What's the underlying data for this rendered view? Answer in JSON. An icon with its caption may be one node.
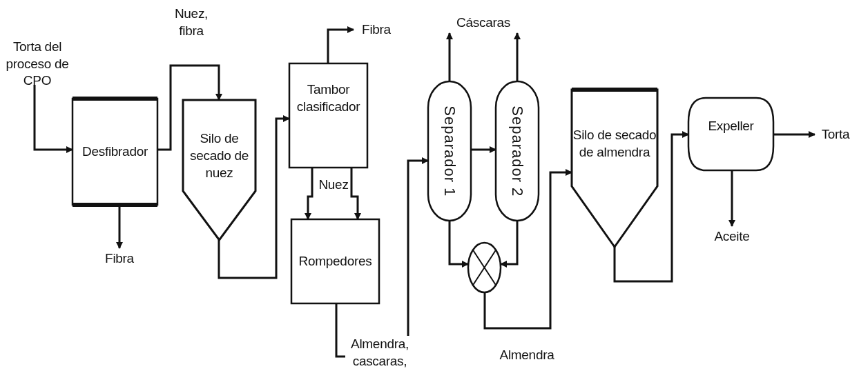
{
  "diagram": {
    "nodes": [
      {
        "text": [
          "Torta del proceso de CPO"
        ]
      },
      {
        "text": [
          "Desfibrador"
        ]
      },
      {
        "text": [
          "Silo de secado de nuez"
        ]
      },
      {
        "text": [
          "Tambor clasificador"
        ]
      },
      {
        "text": [
          "Rompedores"
        ]
      },
      {
        "text": [
          "Separador 1"
        ]
      },
      {
        "text": [
          "Separador 2"
        ]
      },
      {
        "text": [],
        "shape": "circle"
      },
      {
        "text": [
          "Silo de secado de almendra"
        ]
      },
      {
        "text": [
          "Expeller"
        ]
      },
      {
        "text": [
          "Fibra"
        ]
      },
      {
        "text": [
          "Fibra"
        ]
      },
      {
        "text": [
          "Cáscaras"
        ]
      },
      {
        "text": [
          "Torta"
        ]
      },
      {
        "text": [
          "Aceite"
        ]
      }
    ],
    "edges": [
      {
        "from": 0,
        "to": 1,
        "arrow": "to"
      },
      {
        "from": 1,
        "to": 2,
        "arrow": "to",
        "label": "Nuez, fibra"
      },
      {
        "from": 2,
        "to": 3,
        "arrow": "to"
      },
      {
        "from": 1,
        "to": 10,
        "arrow": "to"
      },
      {
        "from": 3,
        "to": 11,
        "arrow": "to"
      },
      {
        "from": 3,
        "to": 4,
        "arrow": "to",
        "label": "Nuez"
      },
      {
        "from": 3,
        "to": 4,
        "arrow": "to"
      },
      {
        "from": 4,
        "to": 5,
        "arrow": "to",
        "label": "Almendra, cascaras,"
      },
      {
        "from": 5,
        "to": 12,
        "arrow": "to"
      },
      {
        "from": 6,
        "to": 12,
        "arrow": "to"
      },
      {
        "from": 5,
        "to": 6,
        "arrow": "to"
      },
      {
        "from": 5,
        "to": 7,
        "arrow": "to"
      },
      {
        "from": 6,
        "to": 7,
        "arrow": "to"
      },
      {
        "from": 7,
        "to": 8,
        "arrow": "to",
        "label": "Almendra"
      },
      {
        "from": 8,
        "to": 9,
        "arrow": "to"
      },
      {
        "from": 9,
        "to": 13,
        "arrow": "to"
      },
      {
        "from": 9,
        "to": 14,
        "arrow": "to"
      }
    ]
  }
}
